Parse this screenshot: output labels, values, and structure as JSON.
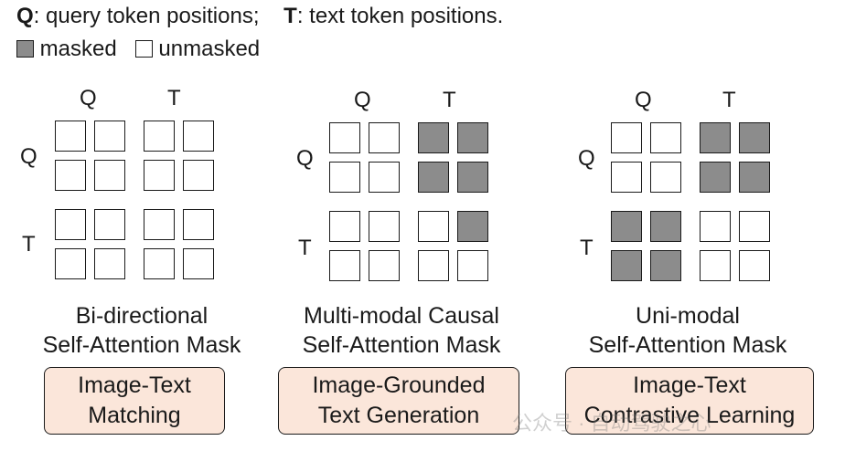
{
  "legend": {
    "q_letter": "Q",
    "q_desc": ": query token positions;",
    "t_letter": "T",
    "t_desc": ": text token positions.",
    "masked_label": "masked",
    "unmasked_label": "unmasked",
    "masked_color": "#8c8c8c"
  },
  "panels": [
    {
      "col_labels": [
        "Q",
        "T"
      ],
      "row_labels": [
        "Q",
        "T"
      ],
      "grid": [
        [
          0,
          0,
          0,
          0
        ],
        [
          0,
          0,
          0,
          0
        ],
        [
          0,
          0,
          0,
          0
        ],
        [
          0,
          0,
          0,
          0
        ]
      ],
      "title_line1": "Bi-directional",
      "title_line2": "Self-Attention Mask",
      "task_line1": "Image-Text",
      "task_line2": "Matching"
    },
    {
      "col_labels": [
        "Q",
        "T"
      ],
      "row_labels": [
        "Q",
        "T"
      ],
      "grid": [
        [
          0,
          0,
          1,
          1
        ],
        [
          0,
          0,
          1,
          1
        ],
        [
          0,
          0,
          0,
          1
        ],
        [
          0,
          0,
          0,
          0
        ]
      ],
      "title_line1": "Multi-modal Causal",
      "title_line2": "Self-Attention Mask",
      "task_line1": "Image-Grounded",
      "task_line2": "Text Generation"
    },
    {
      "col_labels": [
        "Q",
        "T"
      ],
      "row_labels": [
        "Q",
        "T"
      ],
      "grid": [
        [
          0,
          0,
          1,
          1
        ],
        [
          0,
          0,
          1,
          1
        ],
        [
          1,
          1,
          0,
          0
        ],
        [
          1,
          1,
          0,
          0
        ]
      ],
      "title_line1": "Uni-modal",
      "title_line2": "Self-Attention Mask",
      "task_line1": "Image-Text",
      "task_line2": "Contrastive Learning"
    }
  ],
  "task_box_color": "#fbe6da",
  "watermark": "公众号 · 自动驾驶之心"
}
